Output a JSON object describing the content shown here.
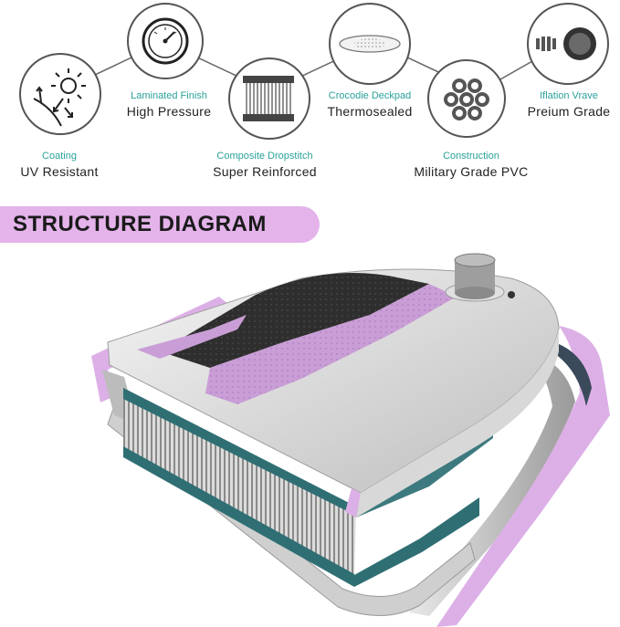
{
  "features": [
    {
      "id": "coating",
      "sub": "Coating",
      "main": "UV Resistant",
      "icon": "sun-icon"
    },
    {
      "id": "laminated",
      "sub": "Laminated Finish",
      "main": "High Pressure",
      "icon": "pressure-gauge-icon"
    },
    {
      "id": "dropstitch",
      "sub": "Composite Dropstitch",
      "main": "Super Reinforced",
      "icon": "dropstitch-icon"
    },
    {
      "id": "deckpad",
      "sub": "Crocodie Deckpad",
      "main": "Thermosealed",
      "icon": "deckpad-icon"
    },
    {
      "id": "construction",
      "sub": "Construction",
      "main": "Military Grade PVC",
      "icon": "pvc-tubes-icon"
    },
    {
      "id": "valve",
      "sub": "Iflation Vrave",
      "main": "Preium Grade",
      "icon": "valve-icon"
    }
  ],
  "diagram": {
    "title": "STRUCTURE DIAGRAM"
  },
  "colors": {
    "accent_teal": "#2aa198",
    "banner": "#e3b3ea",
    "deck_purple": "#c99ed6",
    "deck_dark": "#2e2e2e",
    "core_teal": "#2f6f74"
  }
}
